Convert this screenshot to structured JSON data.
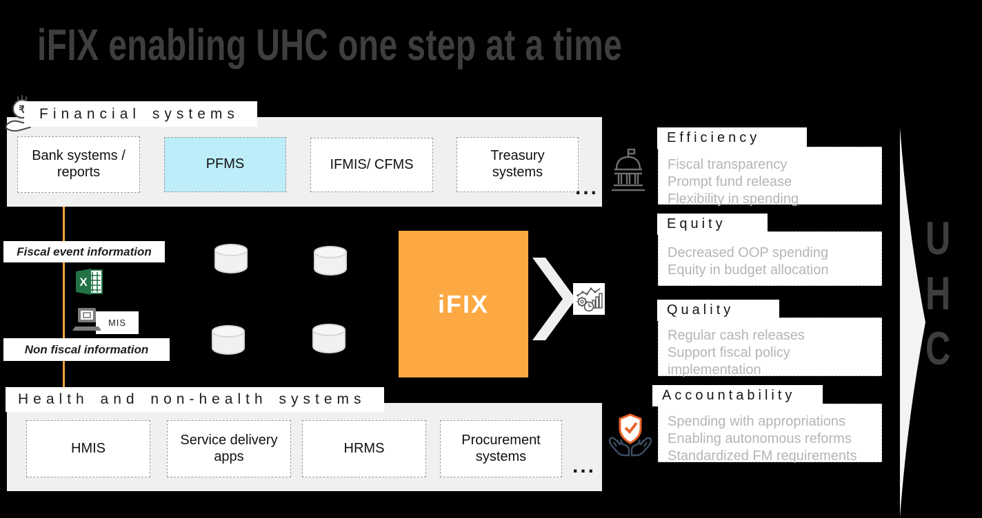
{
  "title": "iFIX enabling UHC one step at a time",
  "financial_panel": {
    "label": "Financial systems",
    "icon": "rupee-hand-icon",
    "boxes": [
      {
        "label": "Bank systems / reports"
      },
      {
        "label": "PFMS"
      },
      {
        "label": "IFMIS/ CFMS"
      },
      {
        "label": "Treasury systems"
      }
    ],
    "more": "..."
  },
  "inputs": {
    "fiscal_label": "Fiscal event information",
    "non_fiscal_label": "Non fiscal information",
    "mis_label": "MIS",
    "excel_icon": "excel-icon",
    "mis_icon": "laptop-mis-icon"
  },
  "core": {
    "ifix_label": "iFIX",
    "database_icon": "database-cylinder-icon",
    "arrow_icon": "chevron-right-arrow",
    "analytics_icon": "analytics-dashboard-icon"
  },
  "health_panel": {
    "label": "Health and non-health systems",
    "boxes": [
      {
        "label": "HMIS"
      },
      {
        "label": "Service delivery apps"
      },
      {
        "label": "HRMS"
      },
      {
        "label": "Procurement systems"
      }
    ],
    "more": "..."
  },
  "benefits": [
    {
      "title": "Efficiency",
      "icon": "government-building-icon",
      "items": [
        "Fiscal transparency",
        "Prompt fund release",
        "Flexibility in spending"
      ]
    },
    {
      "title": "Equity",
      "items": [
        "Decreased OOP spending",
        "Equity in budget allocation"
      ]
    },
    {
      "title": "Quality",
      "items": [
        "Regular cash releases",
        "Support fiscal policy implementation"
      ]
    },
    {
      "title": "Accountability",
      "icon": "hands-holding-shield-icon",
      "items": [
        "Spending with appropriations",
        "Enabling autonomous reforms",
        "Standardized FM requirements"
      ]
    }
  ],
  "uhc": {
    "letters": [
      "U",
      "H",
      "C"
    ]
  },
  "colors": {
    "accent_orange": "#FCA943",
    "flow_line_orange": "#F2A23B",
    "highlight_cyan": "#BCEDF8",
    "panel_gray": "#F0F0EF",
    "muted_text_gray": "#B5B5B5",
    "title_gray": "#3E3E3E",
    "shield_orange": "#E8632A",
    "excel_green": "#217346"
  }
}
